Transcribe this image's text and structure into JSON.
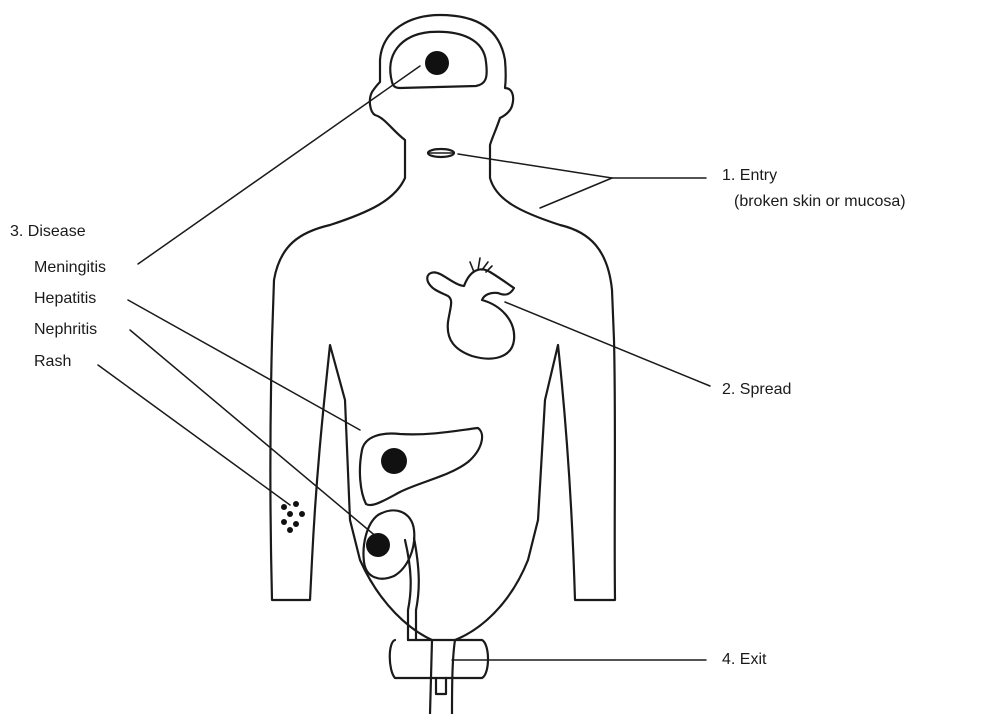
{
  "labels": {
    "entry": "1. Entry",
    "entry_sub": "(broken skin or mucosa)",
    "spread": "2. Spread",
    "disease": "3. Disease",
    "meningitis": "Meningitis",
    "hepatitis": "Hepatitis",
    "nephritis": "Nephritis",
    "rash": "Rash",
    "exit": "4. Exit"
  },
  "colors": {
    "ink": "#1a1a1a",
    "background": "#ffffff"
  }
}
